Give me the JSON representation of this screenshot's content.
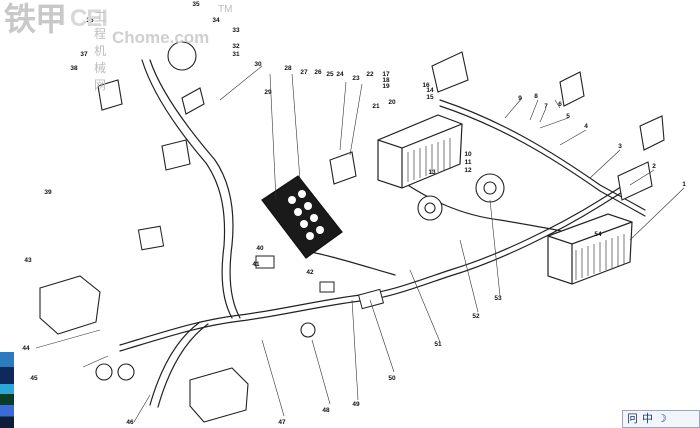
{
  "watermark": {
    "brand_cn": "铁甲",
    "brand_en": "CEI",
    "sub_cn": "工程机械网",
    "domain": "Chome.com",
    "trademark": "TM"
  },
  "part_numbers": [
    "1",
    "2",
    "3",
    "4",
    "5",
    "6",
    "7",
    "8",
    "9",
    "10",
    "11",
    "12",
    "13",
    "14",
    "15",
    "16",
    "17",
    "18",
    "19",
    "20",
    "21",
    "22",
    "23",
    "24",
    "25",
    "26",
    "27",
    "28",
    "29",
    "30",
    "31",
    "32",
    "33",
    "34",
    "35",
    "36",
    "37",
    "38",
    "39",
    "40",
    "41",
    "42",
    "43",
    "44",
    "45",
    "46",
    "47",
    "48",
    "49",
    "50",
    "51",
    "52",
    "53",
    "54"
  ],
  "ime": {
    "item1": "冋",
    "item2": "中",
    "item3": "☽"
  }
}
